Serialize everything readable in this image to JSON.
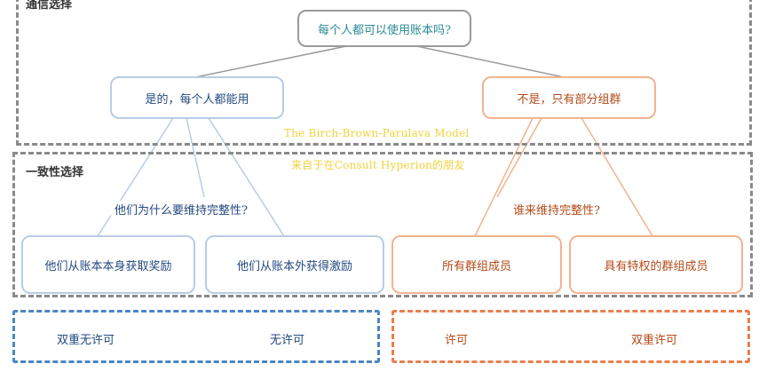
{
  "regions": {
    "communication_label": "通信选择",
    "consensus_label": "一致性选择"
  },
  "nodes": {
    "root": "每个人都可以使用账本吗?",
    "left": "是的，每个人都能用",
    "right": "不是，只有部分组群",
    "left_question": "他们为什么要维持完整性?",
    "right_question": "谁来维持完整性?",
    "leaf_1": "他们从账本本身获取奖励",
    "leaf_2": "他们从账本外获得激励",
    "leaf_3": "所有群组成员",
    "leaf_4": "具有特权的群组成员"
  },
  "caption": {
    "line1": "The Birch-Brown-Parulava Model",
    "line2": "来自于在Consult Hyperion的朋友"
  },
  "bottom": {
    "b1": "双重无许可",
    "b2": "无许可",
    "b3": "许可",
    "b4": "双重许可"
  },
  "colors": {
    "gray": "#8a8a8a",
    "blue": "#4a86c5",
    "orange": "#e8804c",
    "caption_yellow": "#f0d23a"
  }
}
